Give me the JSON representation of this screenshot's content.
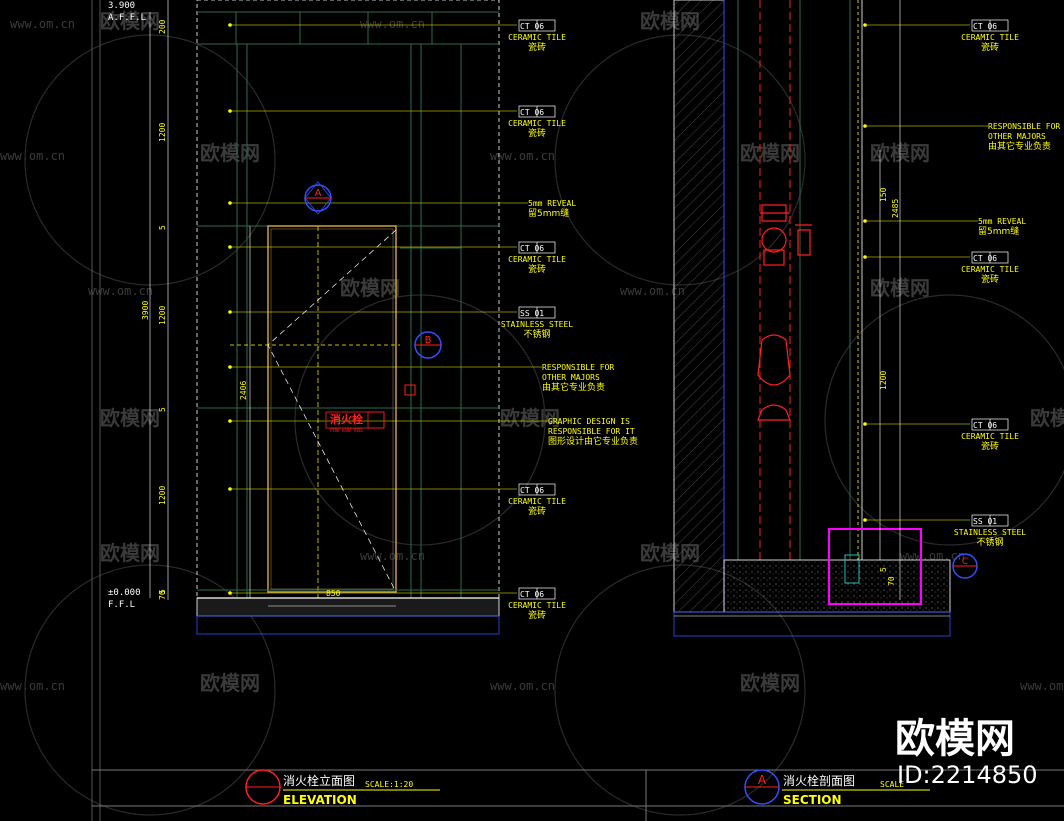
{
  "watermark": {
    "brand": "欧模网",
    "url": "www.om.cn"
  },
  "brand_logo": {
    "name": "欧模网",
    "id": "ID:2214850"
  },
  "elevation": {
    "level_top": "3.900",
    "level_top_label": "A.F.F.L",
    "level_bottom": "±0.000",
    "level_bottom_label": "F.F.L",
    "dims_vertical": [
      "200",
      "1200",
      "5",
      "1200",
      "5",
      "1200",
      "5",
      "70"
    ],
    "dim_total": "3900",
    "dim_door_height": "2406",
    "dim_door_width": "850",
    "section_mark_a": "A",
    "section_mark_b": "B",
    "sign_cn": "消火栓",
    "sign_en": "FIRE HOSE REEL",
    "title_cn": "消火栓立面图",
    "title_en": "ELEVATION",
    "scale": "SCALE:1:20",
    "labels": [
      {
        "code": "CT 06",
        "en": "CERAMIC TILE",
        "cn": "瓷砖"
      },
      {
        "code": "CT 06",
        "en": "CERAMIC TILE",
        "cn": "瓷砖"
      },
      {
        "code": "",
        "en": "5mm REVEAL",
        "cn": "留5mm缝"
      },
      {
        "code": "CT 06",
        "en": "CERAMIC TILE",
        "cn": "瓷砖"
      },
      {
        "code": "SS 01",
        "en": "STAINLESS STEEL",
        "cn": "不锈钢"
      },
      {
        "code": "",
        "en": "RESPONSIBLE FOR\nOTHER MAJORS",
        "cn": "由其它专业负责"
      },
      {
        "code": "",
        "en": "GRAPHIC DESIGN IS\nRESPONSIBLE FOR IT",
        "cn": "图形设计由它专业负责"
      },
      {
        "code": "CT 06",
        "en": "CERAMIC TILE",
        "cn": "瓷砖"
      },
      {
        "code": "CT 06",
        "en": "CERAMIC TILE",
        "cn": "瓷砖"
      }
    ]
  },
  "section": {
    "dims_vertical": [
      "150",
      "2485",
      "1200",
      "5",
      "70"
    ],
    "title_cn": "消火栓剖面图",
    "title_en": "SECTION",
    "scale": "SCALE",
    "mark": "A",
    "detail_mark": "C",
    "labels": [
      {
        "code": "CT 06",
        "en": "CERAMIC TILE",
        "cn": "瓷砖"
      },
      {
        "code": "",
        "en": "RESPONSIBLE FOR\nOTHER MAJORS",
        "cn": "由其它专业负责"
      },
      {
        "code": "",
        "en": "5mm REVEAL",
        "cn": "留5mm缝"
      },
      {
        "code": "CT 06",
        "en": "CERAMIC TILE",
        "cn": "瓷砖"
      },
      {
        "code": "CT 06",
        "en": "CERAMIC TILE",
        "cn": "瓷砖"
      },
      {
        "code": "SS 01",
        "en": "STAINLESS STEEL",
        "cn": "不锈钢"
      }
    ]
  },
  "colors": {
    "background": "#000000",
    "cad_yellow": "#ffff00",
    "cad_white": "#ffffff",
    "cad_red": "#ff2020",
    "cad_green": "#2e6b4a",
    "cad_blue": "#3050ff",
    "cad_magenta": "#ff00ff"
  }
}
